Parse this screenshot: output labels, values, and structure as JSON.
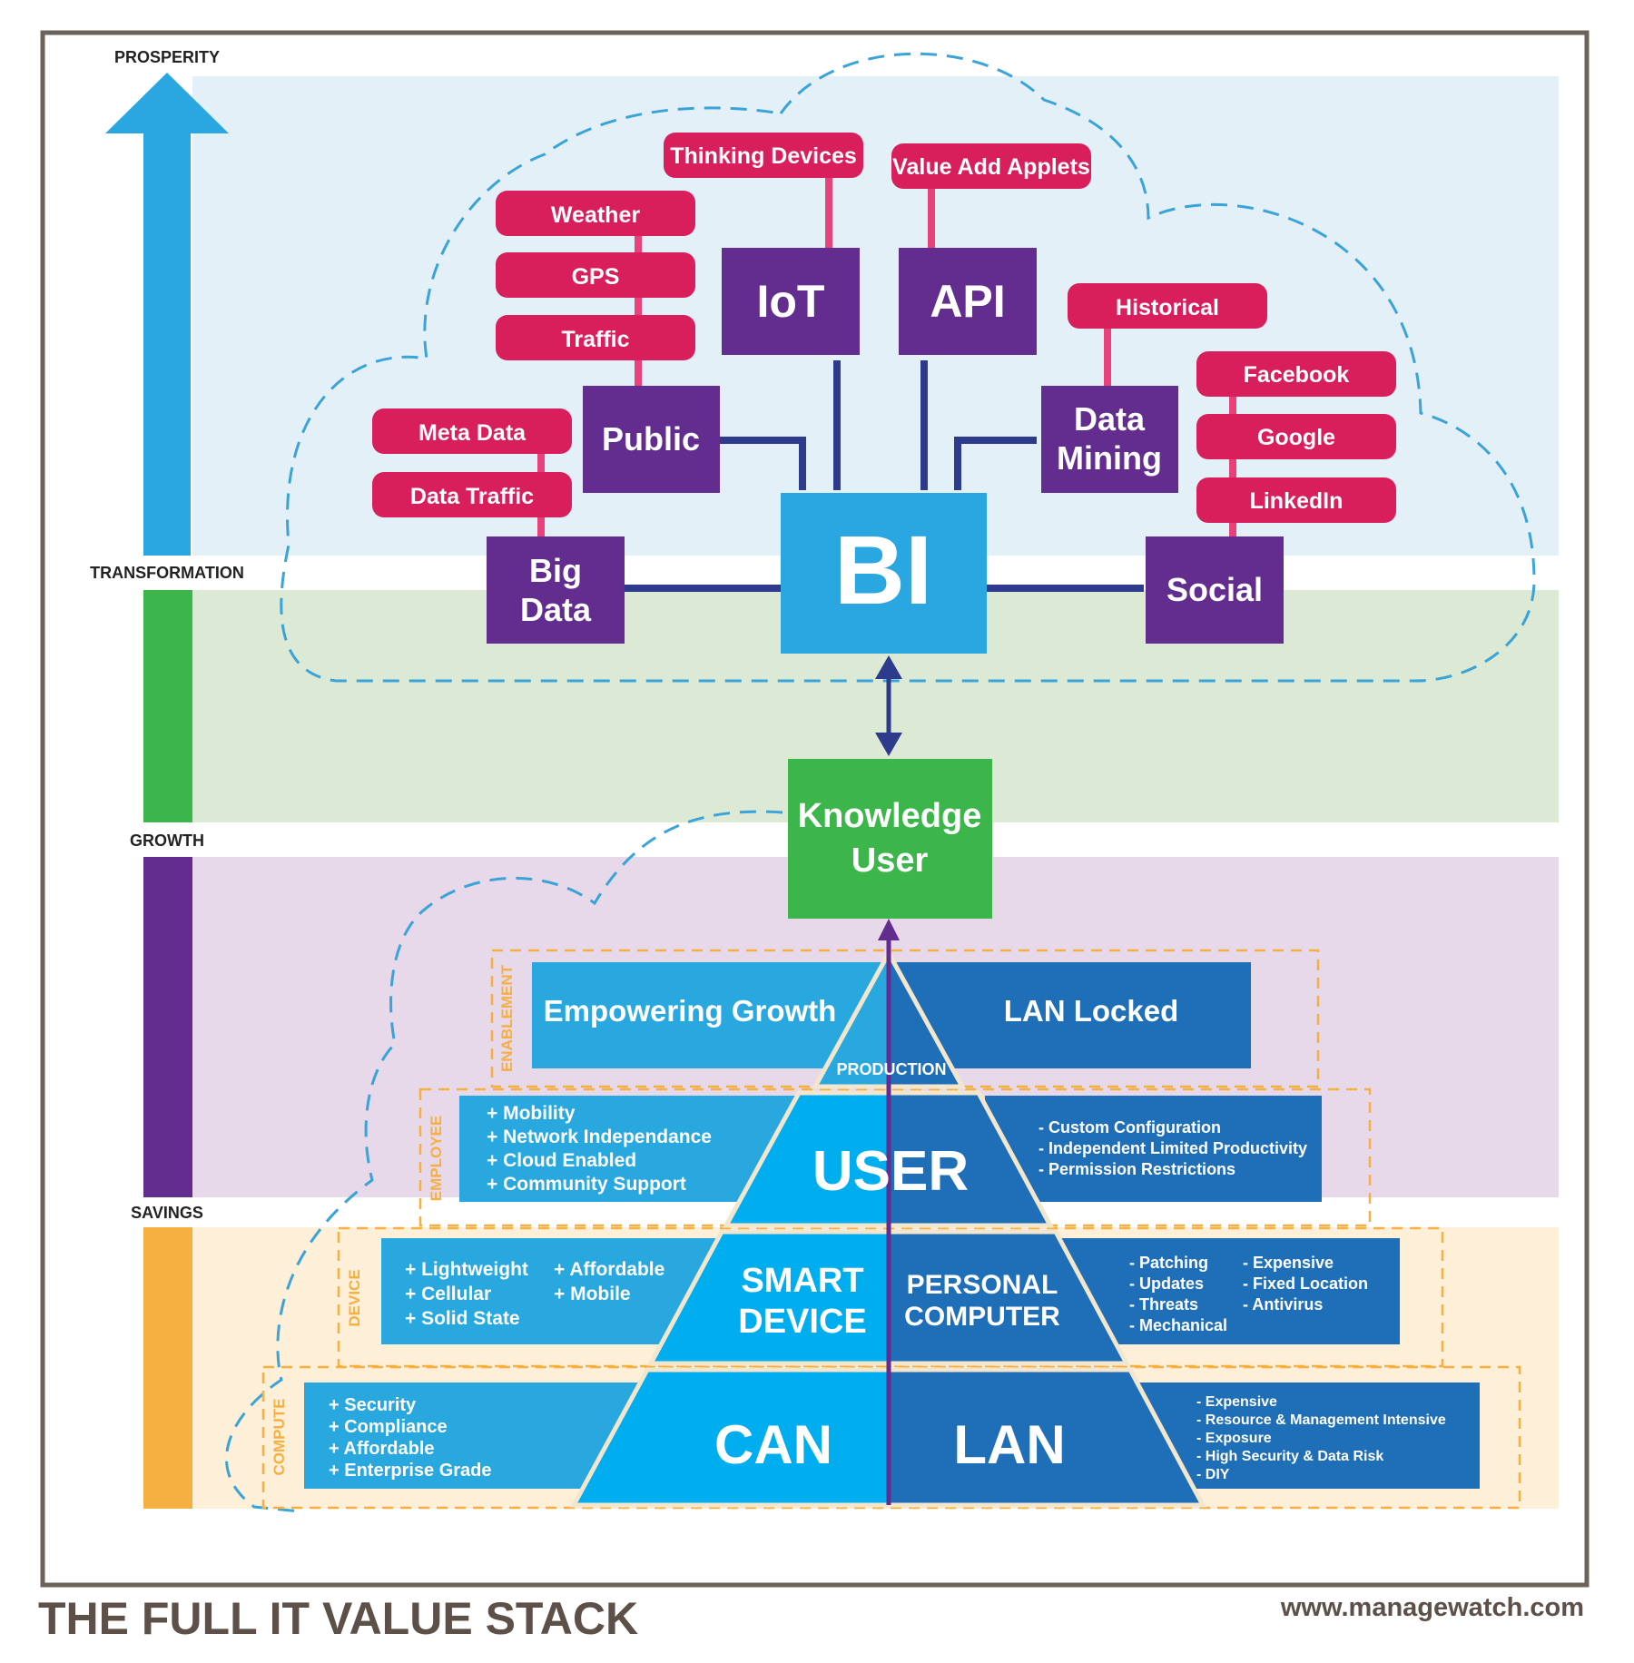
{
  "title": "THE FULL IT VALUE STACK",
  "website": "www.managewatch.com",
  "levels": {
    "prosperity": "PROSPERITY",
    "transformation": "TRANSFORMATION",
    "growth": "GROWTH",
    "savings": "SAVINGS"
  },
  "colors": {
    "arrow_blue": "#2aa7e1",
    "band_green": "#3cb54a",
    "band_purple": "#632d8f",
    "band_orange": "#f6b041",
    "pink": "#d81e5b",
    "purple_box": "#632d8f",
    "bi_blue": "#2aa7e1",
    "navy": "#2e3a8c",
    "bg_blue": "#e4f0f8",
    "bg_green": "#dbe9d5",
    "bg_purple": "#e7d8ea",
    "bg_orange": "#fdefd8",
    "left_panel": "#29a8e0",
    "right_panel": "#1e6fb7",
    "frame": "#6d625a",
    "title_text": "#5c5049"
  },
  "hub": {
    "bi": "BI"
  },
  "nodes": {
    "iot": "IoT",
    "api": "API",
    "public": "Public",
    "data_mining": [
      "Data",
      "Mining"
    ],
    "big_data": [
      "Big",
      "Data"
    ],
    "social": "Social"
  },
  "tags": {
    "thinking_devices": "Thinking Devices",
    "value_add_applets": "Value Add Applets",
    "weather": "Weather",
    "gps": "GPS",
    "traffic": "Traffic",
    "historical": "Historical",
    "facebook": "Facebook",
    "google": "Google",
    "linkedin": "LinkedIn",
    "meta_data": "Meta Data",
    "data_traffic": "Data Traffic"
  },
  "knowledge_user": [
    "Knowledge",
    "User"
  ],
  "stack": {
    "enablement": {
      "side_label": "ENABLEMENT",
      "left": "Empowering Growth",
      "right": "LAN Locked",
      "tier": "PRODUCTION"
    },
    "employee": {
      "side_label": "EMPLOYEE",
      "tier": "USER",
      "left_items": [
        "+ Mobility",
        "+ Network Independance",
        "+ Cloud Enabled",
        "+ Community Support"
      ],
      "right_items": [
        "- Custom Configuration",
        "- Independent Limited Productivity",
        "- Permission Restrictions"
      ]
    },
    "device": {
      "side_label": "DEVICE",
      "tier_left": [
        "SMART",
        "DEVICE"
      ],
      "tier_right": [
        "PERSONAL",
        "COMPUTER"
      ],
      "left_items_a": [
        "+ Lightweight",
        "+ Cellular",
        "+ Solid State"
      ],
      "left_items_b": [
        "+ Affordable",
        "+ Mobile"
      ],
      "right_items_a": [
        "- Patching",
        "- Updates",
        "- Threats",
        "- Mechanical"
      ],
      "right_items_b": [
        "- Expensive",
        "- Fixed Location",
        "- Antivirus"
      ]
    },
    "compute": {
      "side_label": "COMPUTE",
      "tier_left": "CAN",
      "tier_right": "LAN",
      "left_items": [
        "+ Security",
        "+ Compliance",
        "+ Affordable",
        "+ Enterprise Grade"
      ],
      "right_items": [
        "- Expensive",
        "- Resource & Management Intensive",
        "- Exposure",
        "- High Security & Data Risk",
        "- DIY"
      ]
    }
  }
}
